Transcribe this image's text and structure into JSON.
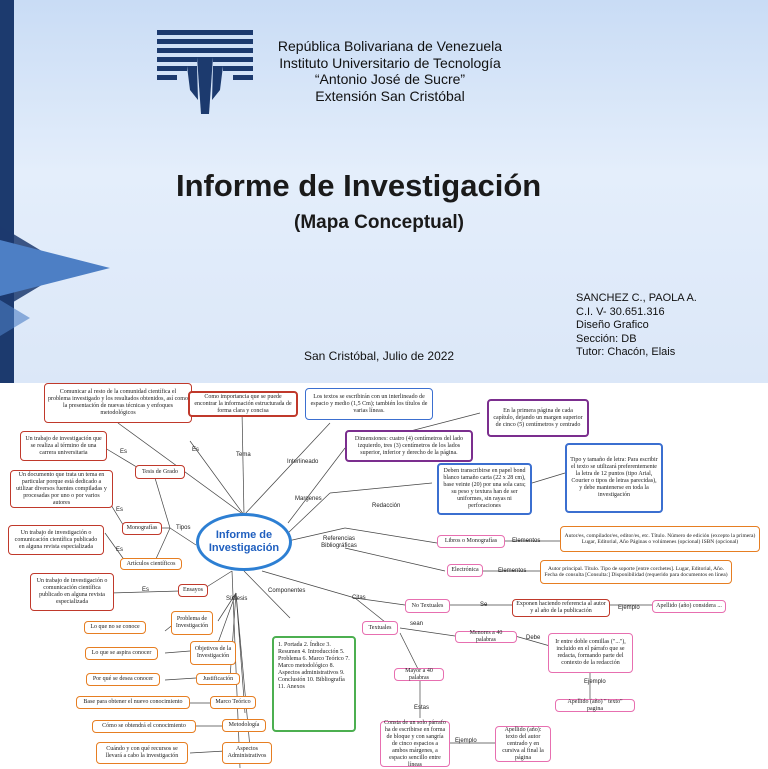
{
  "header": {
    "institution_lines": [
      "República Bolivariana de Venezuela",
      "Instituto Universitario de Tecnología",
      "“Antonio José de Sucre”",
      "Extensión San Cristóbal"
    ],
    "title": "Informe de Investigación",
    "subtitle": "(Mapa Conceptual)",
    "author_lines": [
      "SANCHEZ C., PAOLA A.",
      "C.I. V- 30.651.316",
      "Diseño Grafico",
      "Sección: DB",
      "Tutor: Chacón, Elais"
    ],
    "place_date": "San Cristóbal, Julio de 2022"
  },
  "map": {
    "center": "Informe de Investigación",
    "nodes": {
      "comunicar": "Comunicar al resto de la comunidad científica el problema investigado y los resultados obtenidos, así como la presentación de nuevas técnicas y enfoques metodológicos",
      "importancia": "Como importancia que se puede encontrar la información estructurada de forma clara y concisa",
      "textos_interlineado": "Los textos se escribirán con un interlineado de espacio y medio (1,5 Cm); también los títulos de varias líneas.",
      "primera_pagina": "En la primera página de cada capítulo, dejando un margen superior de cinco (5) centímetros y centrado",
      "tesis_def": "Un trabajo de investigación que se realiza al término de una carrera universitaria",
      "dimensiones": "Dimensiones: cuatro (4) centímetros del lado izquierdo, tres (3) centímetros de los lados superior, inferior y derecho de la página.",
      "tesis": "Tesis de Grado",
      "monografia_def": "Un documento que trata un tema en particular porque está dedicado a utilizar diversos fuentes compiladas y procesadas por uno o por varios autores",
      "papel": "Deben transcribirse en papel bond blanco tamaño carta (22 x 28 cm), base veinte (20) por una sola cara; su peso y textura han de ser uniformes, sin rayas ni perforaciones",
      "letra": "Tipo y tamaño de letra: Para escribir el texto se utilizará preferentemente la letra de 12 puntos (tipo Arial, Courier o tipos de letras parecidas), y debe mantenerse en toda la investigación",
      "monografias": "Monografías",
      "articulo_def": "Un trabajo de investigación o comunicación científica publicado en alguna revista especializada",
      "articulos": "Artículos científicos",
      "libros": "Libros o Monografías",
      "libros_elem": "Autor/es, compilador/es, editor/es, etc. Título. Número de edición (excepto la primera) Lugar, Editorial, Año Páginas o volúmenes (opcional) ISBN (opcional)",
      "electronica": "Electrónica",
      "electronica_elem": "Autor principal. Título. Tipo de soporte [entre corchetes]. Lugar, Editorial, Año. Fecha de consulta [Consulta:] Disponibilidad (requerido para documentos en línea)",
      "ensayo_def": "Un trabajo de investigación o comunicación científica publicado en alguna revista especializada",
      "ensayos": "Ensayos",
      "no_textuales": "No Textuales",
      "no_textuales_def": "Exponen haciendo referencia al autor y al año de la publicación",
      "ej_no_textual": "Apellido (año) considera ...",
      "problema": "Problema de Investigación",
      "que_no_conoce": "Lo que no se conoce",
      "textuales": "Textuales",
      "menores": "Menores a 40 palabras",
      "menores_def": "Ir entre doble comillas (\"...\"), incluido en el párrafo que se redacta, formando parte del contexto de la redacción",
      "objetivos": "Objetivos de la Investigación",
      "aspira": "Lo que se aspira conocer",
      "componentes_list": "1. Portada 2. Índice 3. Resumen 4. Introducción 5. Problema 6. Marco Teórico 7. Marco metodológico 8. Aspectos administrativos 9. Conclusión 10. Bibliografía 11. Anexos",
      "justificacion": "Justificación",
      "por_que": "Por qué se desea conocer",
      "mayor": "Mayor a 40 palabras",
      "ej_menor": "Apellido (año) \" texto\" pagina",
      "marco": "Marco Teórico",
      "base": "Base para obtener el nuevo conocimiento",
      "metodologia": "Metodología",
      "como": "Cómo se obtendrá el conocimiento",
      "consta": "Consta de un solo párrafo ha de escribirse en forma de bloque y con sangría de cinco espacios a ambos márgenes, a espacio sencillo entre líneas",
      "ej_mayor": "Apellido (año): texto del autor centrado y en cursiva al final la página",
      "aspectos": "Aspectos Administrativos",
      "recursos": "Cuándo y con qué recursos se llevará a cabo la investigación"
    },
    "labels": {
      "tema": "Tema",
      "es1": "Es",
      "es2": "Es",
      "es3": "Es",
      "es4": "Es",
      "es5": "Es",
      "interlineado": "Interlineado",
      "margenes": "Margenes",
      "redaccion": "Redacción",
      "tipos": "Tipos",
      "referencias": "Referencias Bibliográficas",
      "elementos1": "Elementos",
      "elementos2": "Elementos",
      "componentes": "Componentes",
      "sintesis": "Síntesis",
      "citas": "Citas",
      "se": "Se",
      "ejemplo1": "Ejemplo",
      "sean": "sean",
      "debe": "Debe",
      "ejemplo2": "Ejemplo",
      "estas": "Estas",
      "ejemplo3": "Ejemplo"
    }
  }
}
